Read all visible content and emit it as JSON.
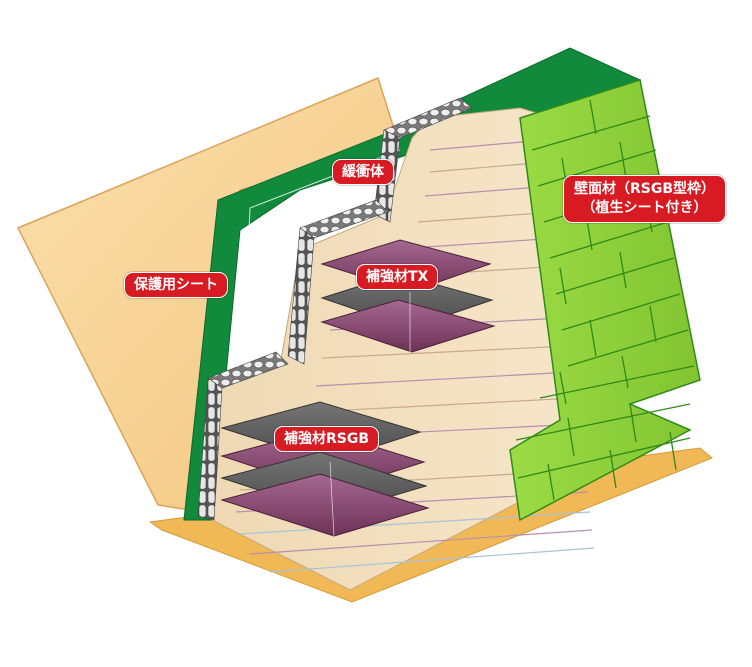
{
  "labels": {
    "protective_sheet": "保護用シート",
    "buffer": "緩衝体",
    "reinforcement_tx": "補強材TX",
    "reinforcement_rsgb": "補強材RSGB",
    "wall_line1": "壁面材（RSGB型枠）",
    "wall_line2": "（植生シート付き）"
  },
  "colors": {
    "sheet": "#f7d397",
    "green_backing": "#118a3c",
    "wall_green": "#8ed13c",
    "soil": "#f1dcb8",
    "geogrid": "#8a3f6a",
    "label_red": "#d81a22",
    "base": "#f2bd5c"
  }
}
